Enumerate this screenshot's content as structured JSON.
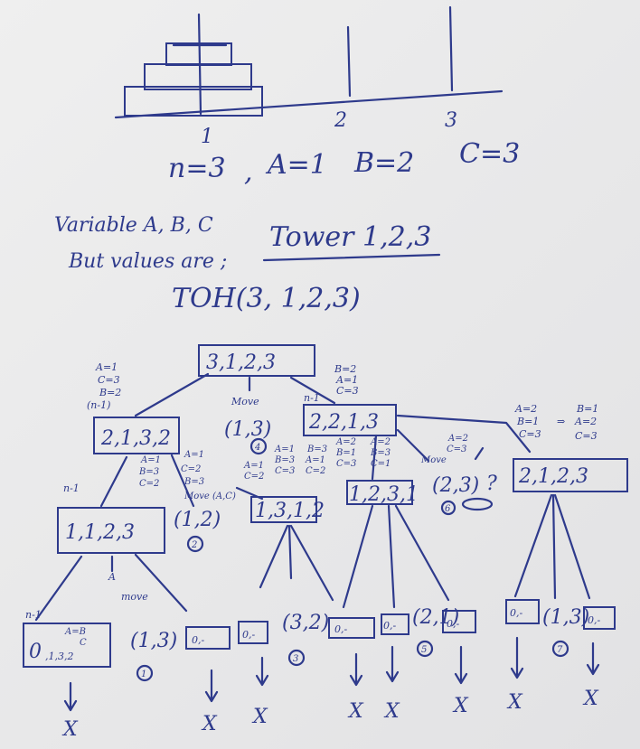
{
  "pegs": {
    "label1": "1",
    "label2": "2",
    "label3": "3"
  },
  "setup": {
    "n_line": "n=3",
    "comma": ",",
    "a": "A=1",
    "b": "B=2",
    "c": "C=3"
  },
  "notes": {
    "line1": "Variable A, B, C",
    "line2": "But values are ;",
    "tower": "Tower 1,2,3",
    "call": "TOH(3, 1,2,3)"
  },
  "tree": {
    "root": "3,1,2,3",
    "root_vars": [
      "A=1",
      "C=3",
      "B=2",
      "(n-1)"
    ],
    "right_vars_top": [
      "B=2",
      "A=1",
      "C=3"
    ],
    "n1_right": "n-1",
    "left_node": "2,1,3,2",
    "move_label": "Move",
    "move_node": "(1,3)",
    "step4": "4",
    "right_node": "2,2,1,3",
    "far_right_vars": [
      "A=2",
      "B=1",
      "C=3"
    ],
    "far_right_vars2": [
      "B=1",
      "A=2",
      "C=3"
    ],
    "far_right_arrow": "⇒",
    "far_right_node": "2,1,2,3",
    "lvl2_left_vars": [
      "A=1",
      "B=3",
      "C=2"
    ],
    "lvl2_left_vars2": [
      "A=1",
      "C=2",
      "B=3"
    ],
    "lvl2_move2": "Move (A,C)",
    "lvl2_mid_vars": [
      "A=1",
      "C=2"
    ],
    "lvl2_mid_vars2": [
      "A=1",
      "B=3",
      "C=3"
    ],
    "lvl2_mid_vars3": [
      "B=3",
      "A=1",
      "C=2"
    ],
    "lvl2_right_vars": [
      "A=2",
      "B=1",
      "C=3"
    ],
    "lvl2_right_vars2": [
      "A=2",
      "B=3",
      "C=1"
    ],
    "n1_left": "n-1",
    "node_1123": "1,1,2,3",
    "move2_node": "(1,2)",
    "step2": "2",
    "node_1312": "1,3,1,2",
    "node_1231": "1,2,3,1",
    "move6_vars": [
      "A=2",
      "C=3"
    ],
    "move6_label": "Move",
    "move6_node": "(2,3)",
    "question": "?",
    "step6": "6",
    "a_label": "A",
    "leaf_n1": "n-1",
    "leaf_vars": [
      "A=B",
      "C"
    ],
    "leaf_0": "0",
    "leaf_0_sub": ",1,3,2",
    "leaf_move": "move",
    "leaf_13": "(1,3)",
    "step1": "1",
    "leaf_0a": "0,-",
    "leaf_0b": "0,-",
    "leaf_32": "(3,2)",
    "step3": "3",
    "leaf_0c": "0,-",
    "leaf_0d": "0,-",
    "leaf_21": "(2,1)",
    "step5": "5",
    "leaf_0e": "0,-",
    "leaf_0f": "0,-",
    "leaf_13b": "(1,3)",
    "step7": "7",
    "leaf_0g": "0,-",
    "x": "X"
  }
}
